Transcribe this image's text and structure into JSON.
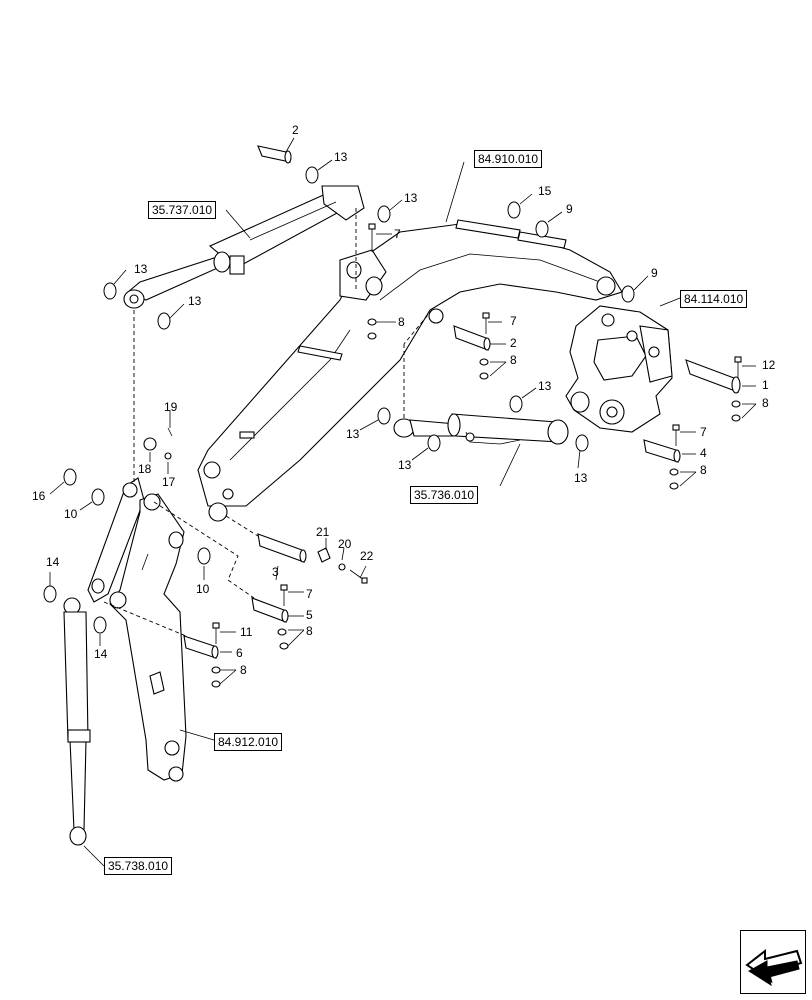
{
  "references": [
    {
      "id": "ref-35737",
      "label": "35.737.010"
    },
    {
      "id": "ref-84910",
      "label": "84.910.010"
    },
    {
      "id": "ref-84114",
      "label": "84.114.010"
    },
    {
      "id": "ref-35736",
      "label": "35.736.010"
    },
    {
      "id": "ref-84912",
      "label": "84.912.010"
    },
    {
      "id": "ref-35738",
      "label": "35.738.010"
    }
  ],
  "callouts": [
    "1",
    "2",
    "3",
    "4",
    "5",
    "6",
    "7",
    "8",
    "9",
    "10",
    "11",
    "12",
    "13",
    "14",
    "15",
    "16",
    "17",
    "18",
    "19",
    "20",
    "21",
    "22"
  ],
  "nav_icon": "arrow-left-icon"
}
